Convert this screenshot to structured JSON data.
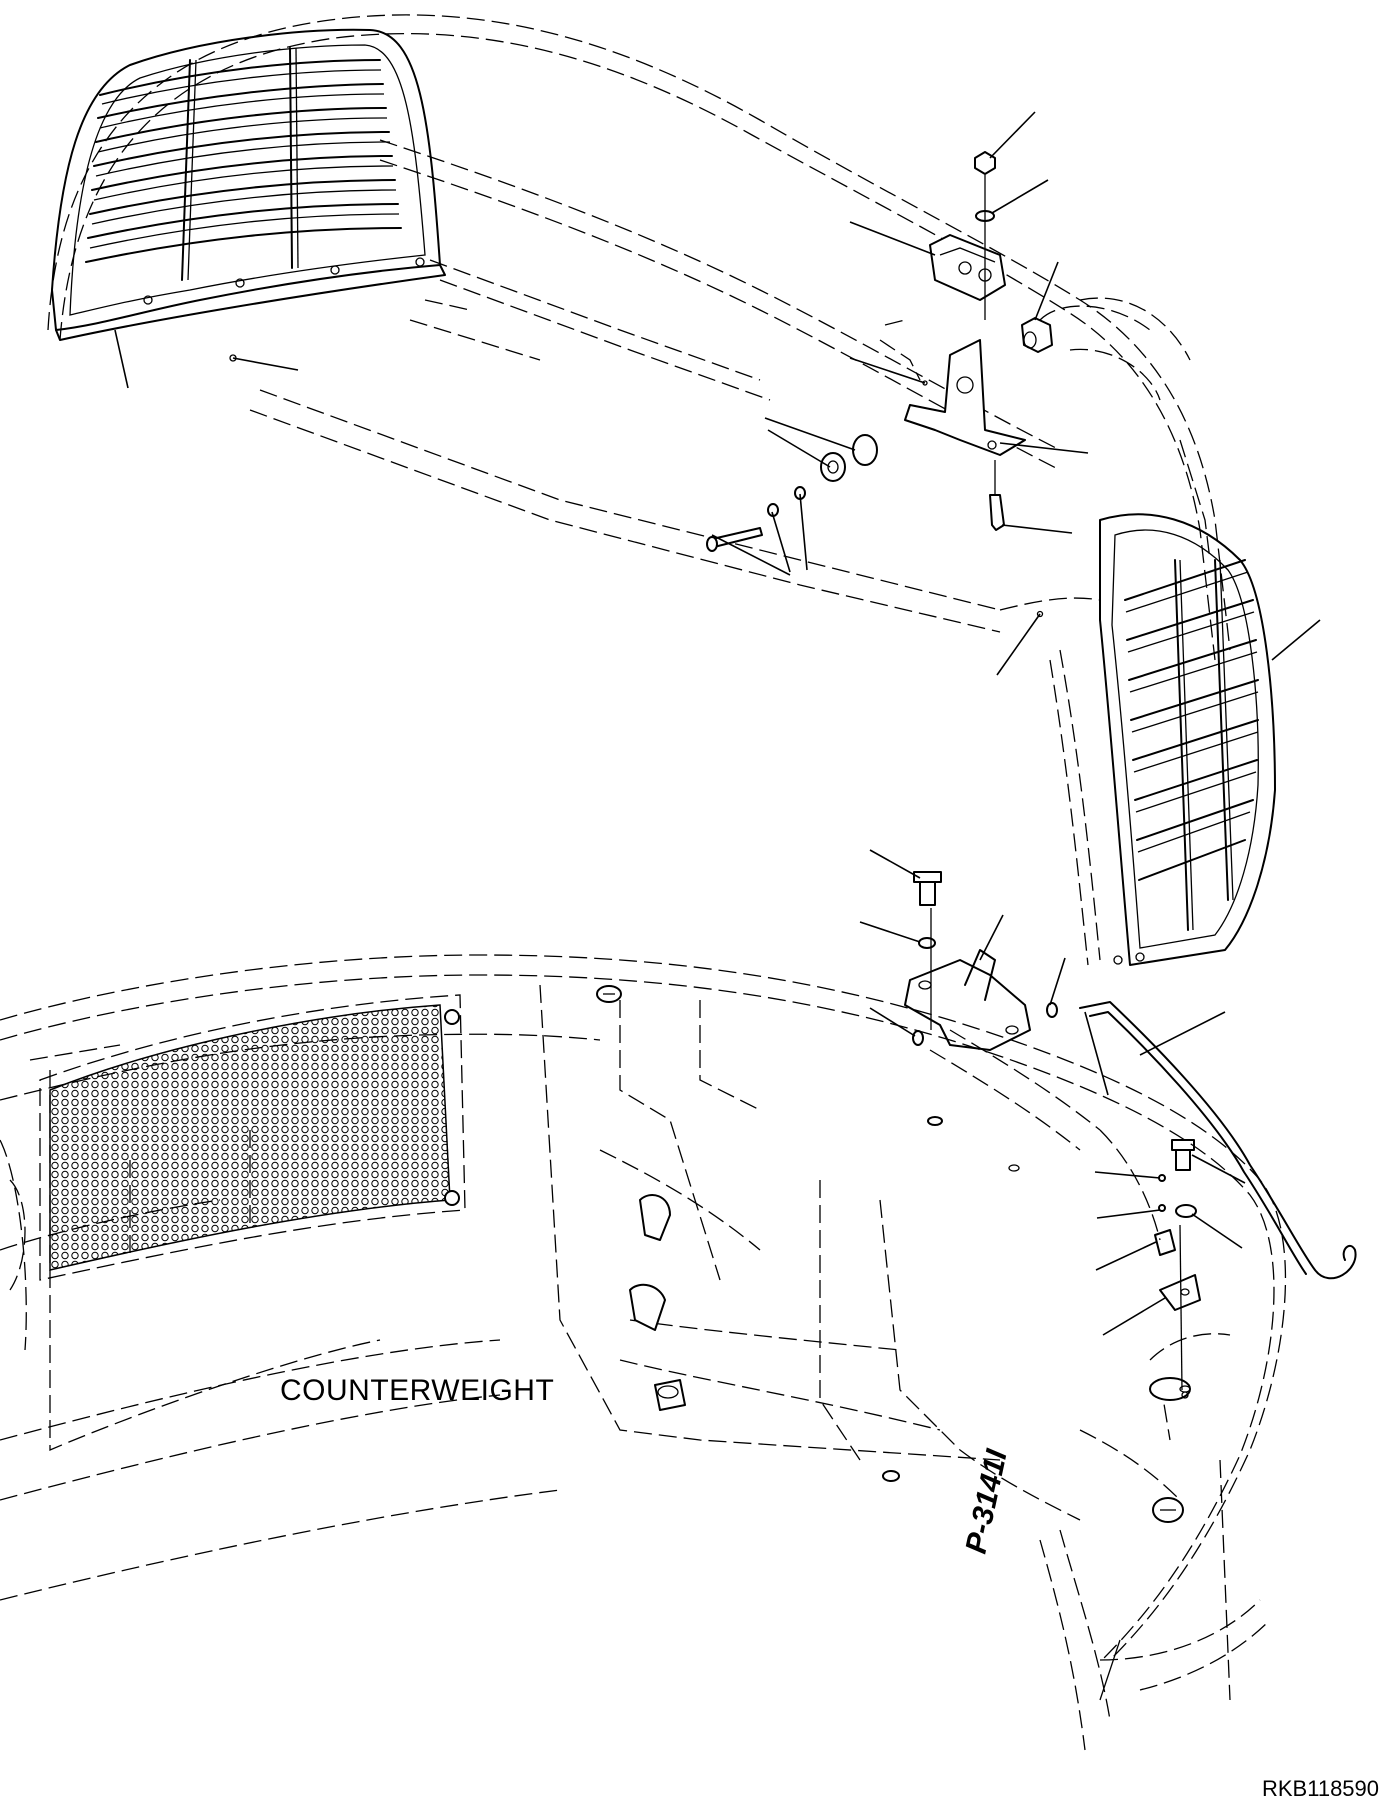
{
  "labels": {
    "counterweight": "COUNTERWEIGHT",
    "drawing_id": "RKB118590",
    "casting_mark": "P-3141I"
  },
  "colors": {
    "ink": "#000000",
    "background": "#ffffff"
  }
}
